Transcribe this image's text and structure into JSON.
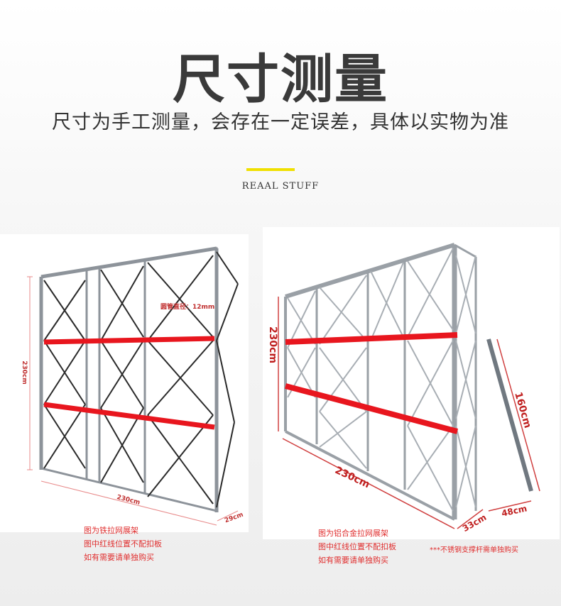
{
  "header": {
    "title": "尺寸测量",
    "subtitle": "尺寸为手工测量，会存在一定误差，具体以实物为准",
    "tagline": "REAAL STUFF",
    "accent_color": "#f0e000"
  },
  "left_frame": {
    "tube_diameter_label": "圆管直径：12mm",
    "height_label": "230cm",
    "width_label": "230cm",
    "depth_label": "29cm",
    "notes": [
      "图为铁拉网展架",
      "图中红线位置不配扣板",
      "如有需要请单独购买"
    ]
  },
  "right_frame": {
    "height_label": "230cm",
    "width_label": "230cm",
    "depth_label": "33cm",
    "support_height_label": "160cm",
    "support_depth_label": "48cm",
    "notes": [
      "图为铝合金拉网展架",
      "图中红线位置不配扣板",
      "如有需要请单独购买"
    ],
    "extra_note": "***不锈钢支撑杆需单独购买"
  },
  "colors": {
    "red_rail": "#e8161e",
    "frame_metal": "#9aa0a6",
    "note_text": "#e03030"
  }
}
